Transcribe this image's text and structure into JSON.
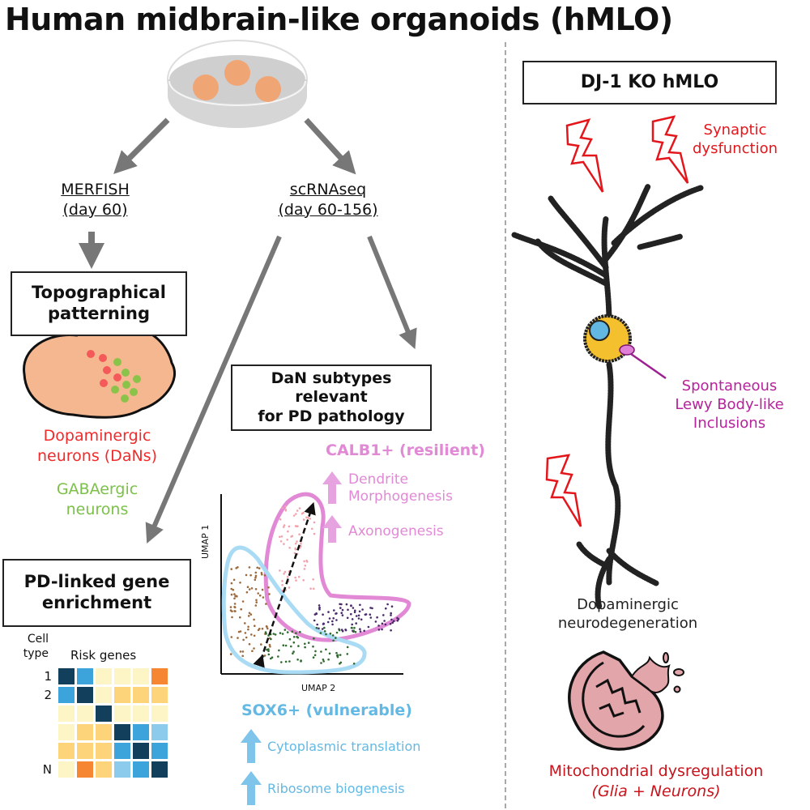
{
  "title": "Human midbrain-like organoids (hMLO)",
  "left": {
    "branch_merfish": {
      "line1": "MERFISH",
      "line2": "(day 60)"
    },
    "branch_scrnaseq": {
      "line1": "scRNAseq",
      "line2": "(day 60-156)"
    },
    "topo_box": {
      "line1": "Topographical",
      "line2": "patterning"
    },
    "dans_label": {
      "line1": "Dopaminergic",
      "line2": "neurons (DaNs)"
    },
    "gaba_label": {
      "line1": "GABAergic",
      "line2": "neurons"
    },
    "pd_box": {
      "line1": "PD-linked gene",
      "line2": "enrichment"
    },
    "heatmap": {
      "row_axis_label": {
        "line1": "Cell",
        "line2": "type"
      },
      "col_axis_label": "Risk genes",
      "row_labels": [
        "1",
        "2",
        "",
        "",
        "",
        "N"
      ],
      "palette": {
        "navy": "#123f5c",
        "blue": "#3da3db",
        "lightblue": "#8dcbec",
        "cream": "#fef5c6",
        "yellow": "#fdd47a",
        "orange": "#f78632"
      },
      "cells": [
        [
          "navy",
          "blue",
          "cream",
          "cream",
          "cream",
          "orange"
        ],
        [
          "blue",
          "navy",
          "cream",
          "yellow",
          "yellow",
          "yellow"
        ],
        [
          "cream",
          "cream",
          "navy",
          "cream",
          "cream",
          "cream"
        ],
        [
          "cream",
          "yellow",
          "yellow",
          "navy",
          "blue",
          "lightblue"
        ],
        [
          "yellow",
          "yellow",
          "yellow",
          "blue",
          "navy",
          "blue"
        ],
        [
          "cream",
          "orange",
          "yellow",
          "lightblue",
          "blue",
          "navy"
        ]
      ]
    }
  },
  "middle": {
    "dan_box": {
      "line1": "DaN subtypes relevant",
      "line2": "for PD pathology"
    },
    "calb1": {
      "title": "CALB1+ (resilient)",
      "terms": [
        {
          "line1": "Dendrite",
          "line2": "Morphogenesis"
        },
        {
          "line1": "Axonogenesis",
          "line2": ""
        }
      ]
    },
    "umap": {
      "ylabel": "UMAP 1",
      "xlabel": "UMAP 2"
    },
    "sox6": {
      "title": "SOX6+ (vulnerable)",
      "terms": [
        "Cytoplasmic translation",
        "Ribosome biogenesis"
      ]
    }
  },
  "right": {
    "box_title": "DJ-1 KO hMLO",
    "synaptic": {
      "line1": "Synaptic",
      "line2": "dysfunction"
    },
    "lewy": {
      "line1": "Spontaneous",
      "line2": "Lewy Body-like",
      "line3": "Inclusions"
    },
    "degeneration": {
      "line1": "Dopaminergic",
      "line2": "neurodegeneration"
    },
    "mito": {
      "line1": "Mitochondrial dysregulation",
      "line2": "(Glia + Neurons)"
    }
  },
  "colors": {
    "arrow_gray": "#777777",
    "calb1_pink": "#e289d6",
    "sox6_blue": "#63b9e4",
    "lightning_red": "#e3161c"
  }
}
